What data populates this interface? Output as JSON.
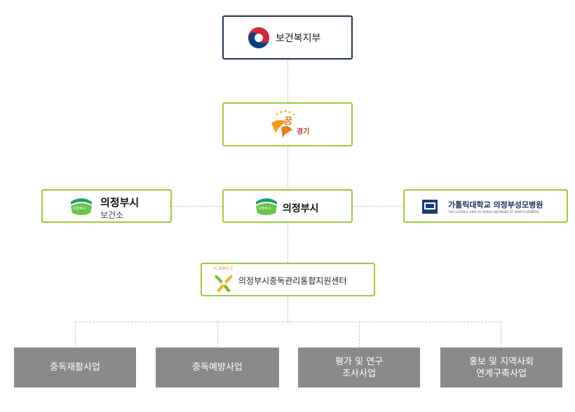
{
  "ministry": {
    "name": "보건복지부"
  },
  "province": {
    "logo_text_main": "꿈",
    "logo_text_sub": "경기"
  },
  "city": {
    "name": "의정부시",
    "badge": "의정부시"
  },
  "health_center": {
    "name": "의정부시",
    "sub": "보건소",
    "badge": "의정부시"
  },
  "hospital": {
    "name": "가톨릭대학교 의정부성모병원",
    "sub": "THE CATHOLIC UNIV. OF KOREA UIJEONGBU ST. MARY'S HOSPITAL"
  },
  "center": {
    "name": "의정부시중독관리통합지원센터",
    "mark": "ICAMCC"
  },
  "programs": [
    {
      "line1": "중독재활사업",
      "line2": ""
    },
    {
      "line1": "중독예방사업",
      "line2": ""
    },
    {
      "line1": "평가 및 연구",
      "line2": "조사사업"
    },
    {
      "line1": "홍보 및 지역사회",
      "line2": "연계구축사업"
    }
  ],
  "colors": {
    "navy": "#1f3550",
    "green": "#9ccb3b",
    "gray": "#8a8a8a"
  }
}
